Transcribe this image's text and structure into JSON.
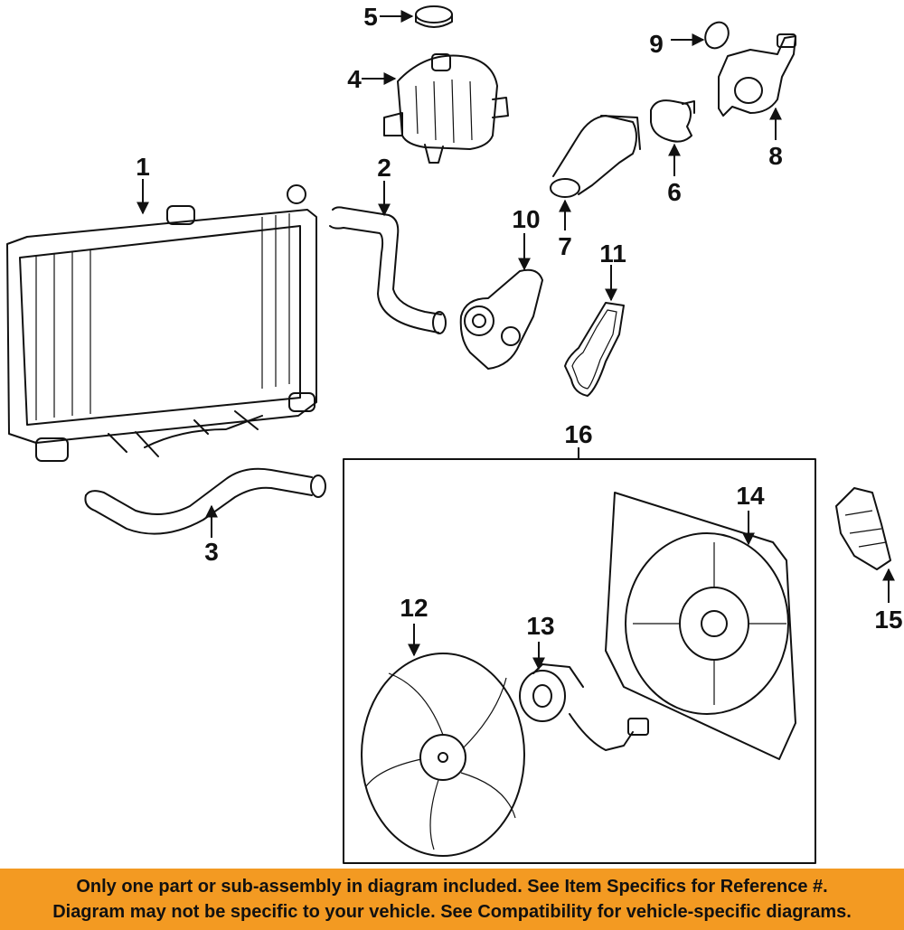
{
  "callouts": {
    "c1": "1",
    "c2": "2",
    "c3": "3",
    "c4": "4",
    "c5": "5",
    "c6": "6",
    "c7": "7",
    "c8": "8",
    "c9": "9",
    "c10": "10",
    "c11": "11",
    "c12": "12",
    "c13": "13",
    "c14": "14",
    "c15": "15",
    "c16": "16"
  },
  "banner": {
    "line1": "Only one part or sub-assembly in diagram included. See Item Specifics for Reference #.",
    "line2": "Diagram may not be specific to your vehicle. See Compatibility for vehicle-specific diagrams."
  },
  "colors": {
    "banner_bg": "#f39a22",
    "line": "#111111"
  }
}
